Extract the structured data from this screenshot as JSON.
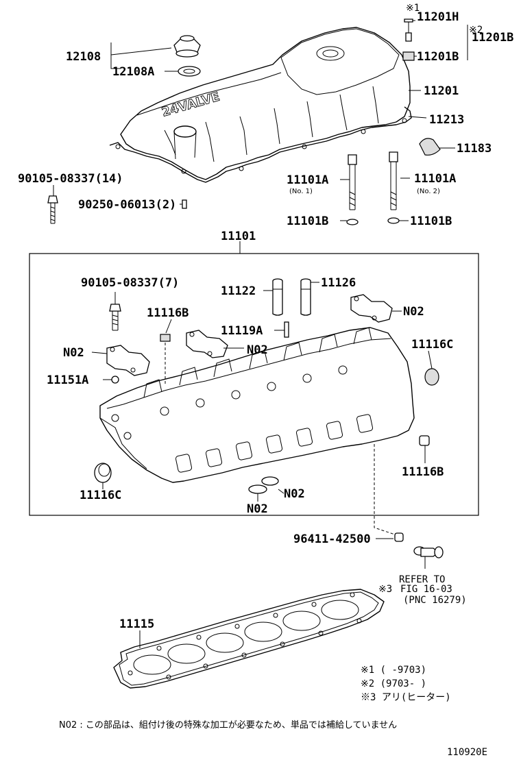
{
  "labels": {
    "p11201H": "11201H",
    "mark1": "※1",
    "mark2": "※2",
    "p11201B_group": "11201B",
    "p11201B": "11201B",
    "p12108": "12108",
    "p12108A": "12108A",
    "p11201": "11201",
    "p11213": "11213",
    "p11183": "11183",
    "p90105_14": "90105-08337(14)",
    "p90250": "90250-06013(2)",
    "p11101A_1": "11101A",
    "no1": "(No. 1)",
    "p11101A_2": "11101A",
    "no2": "(No. 2)",
    "p11101B_1": "11101B",
    "p11101B_2": "11101B",
    "p11101": "11101",
    "p90105_7": "90105-08337(7)",
    "p11122": "11122",
    "p11126": "11126",
    "p11116B_top": "11116B",
    "p11119A": "11119A",
    "n02_a": "N02",
    "n02_b": "N02",
    "n02_c": "N02",
    "p11116C_right": "11116C",
    "p11151A": "11151A",
    "p11116B_right": "11116B",
    "p11116C_left": "11116C",
    "n02_d": "N02",
    "n02_e": "N02",
    "p96411": "96411-42500",
    "refer_to": "REFER TO",
    "mark3": "※3",
    "fig": "FIG 16-03",
    "pnc": "(PNC 16279)",
    "p11115": "11115",
    "cover_text": "24VALVE"
  },
  "notes": [
    "※1 (     -9703)",
    "※2 (9703-     )",
    "※3 アリ(ヒーター)"
  ],
  "footnote": "N02 : この部品は、組付け後の特殊な加工が必要なため、単品では補給していません",
  "figure_id": "110920E"
}
